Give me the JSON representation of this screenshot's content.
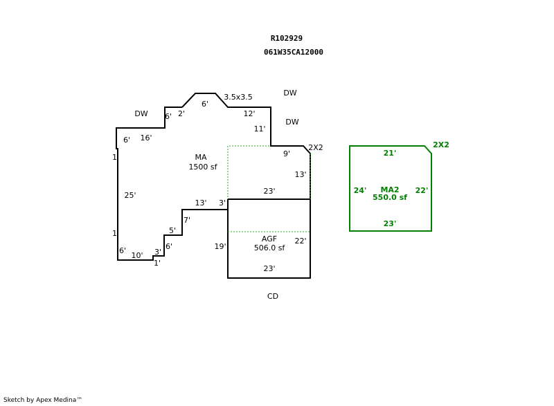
{
  "header": {
    "account": "R102929",
    "map_number": "061W35CA12000"
  },
  "areas": {
    "ma": {
      "name": "MA",
      "area": "1500 sf"
    },
    "agf": {
      "name": "AGF",
      "area": "506.0 sf"
    },
    "ma2": {
      "name": "MA2",
      "area": "550.0 sf"
    }
  },
  "labels": {
    "dw_top": "DW",
    "dw_left": "DW",
    "dw_right": "DW",
    "cd": "CD",
    "size_3_5": "3.5x3.5",
    "corner_2x2_main": "2X2",
    "corner_2x2_ma2": "2X2"
  },
  "dimensions": {
    "d_6_top": "6'",
    "d_2_step": "2'",
    "d_6_step": "6'",
    "d_12": "12'",
    "d_11": "11'",
    "d_9": "9'",
    "d_13_right": "13'",
    "d_23_mid": "23'",
    "d_22": "22'",
    "d_23_bottom": "23'",
    "d_19": "19'",
    "d_6_agf": "6'",
    "d_3_agf": "3'",
    "d_1_bottom": "1'",
    "d_10": "10'",
    "d_6_left_bottom": "6'",
    "d_1_left_lower": "1'",
    "d_25": "25'",
    "d_1_left_upper": "1'",
    "d_6_left_top": "6'",
    "d_16": "16'",
    "d_13_mid": "13'",
    "d_3_mid": "3'",
    "d_7": "7'",
    "d_5": "5'"
  },
  "ma2_dimensions": {
    "top": "21'",
    "left": "24'",
    "right": "22'",
    "bottom": "23'"
  },
  "colors": {
    "outline": "#000000",
    "ma2": "#008000",
    "dotted": "#22aa22"
  },
  "footer": {
    "credit": "Sketch by Apex Medina™"
  }
}
